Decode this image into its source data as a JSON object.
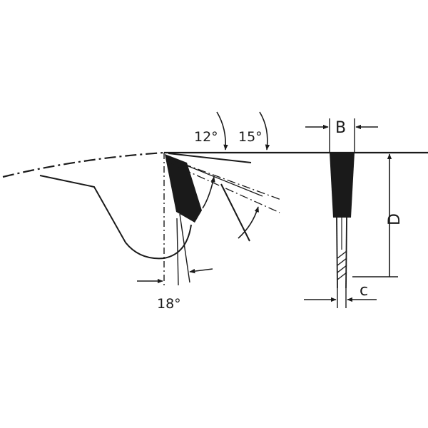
{
  "diagram": {
    "labels": {
      "hook_angle": "12°",
      "clearance_angle": "15°",
      "bevel_angle": "18°",
      "plate_width": "B",
      "kerf": "c",
      "tooth_depth": "D"
    }
  }
}
